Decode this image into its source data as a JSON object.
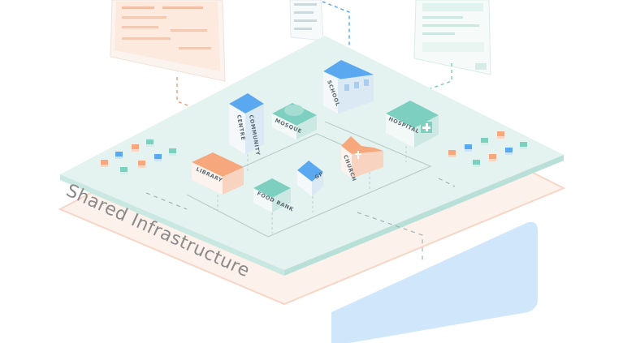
{
  "platform": {
    "label": "Shared Infrastructure"
  },
  "buildings": {
    "community_centre": {
      "label_1": "COMMUNITY",
      "label_2": "CENTRE"
    },
    "mosque": {
      "label": "MOSQUE"
    },
    "school": {
      "label": "SCHOOL"
    },
    "hospital": {
      "label": "HOSPITAL"
    },
    "library": {
      "label": "LIBRARY"
    },
    "food_bank": {
      "label": "FOOD BANK"
    },
    "gp": {
      "label": "GP"
    },
    "church": {
      "label": "CHURCH"
    }
  },
  "colors": {
    "platform_top": "#e4f3ef",
    "platform_edge": "#b9e0d8",
    "under_layer": "#fdf1eb",
    "under_edge": "#f6d6c6",
    "blue": "#5aa9f0",
    "teal": "#7dcfc0",
    "orange": "#f7a77c",
    "panel": "#cfe6fb"
  }
}
